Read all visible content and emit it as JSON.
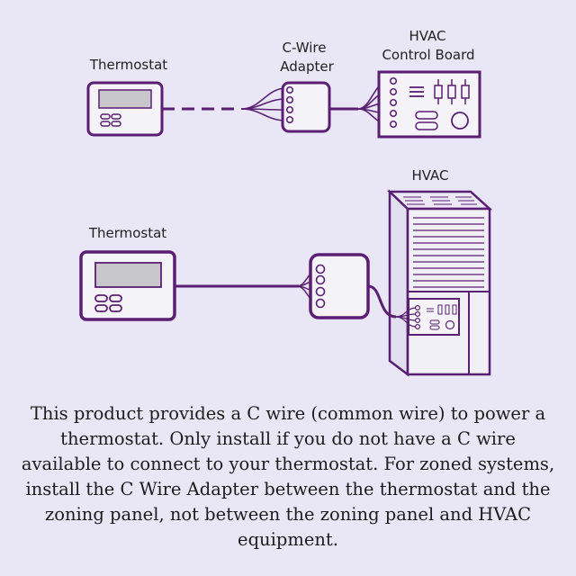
{
  "labels": {
    "top_thermostat": "Thermostat",
    "cwire_adapter_line1": "C-Wire",
    "cwire_adapter_line2": "Adapter",
    "hvac_board_line1": "HVAC",
    "hvac_board_line2": "Control Board",
    "bottom_hvac": "HVAC",
    "bottom_thermostat": "Thermostat"
  },
  "caption": "This product provides a C wire (common wire) to power a thermostat. Only install if you do not have a C wire available to connect to your thermostat. For zoned systems, install the C Wire Adapter between the thermostat and the zoning panel, not between the zoning panel and HVAC equipment.",
  "colors": {
    "background": "#e9e6f6",
    "outline": "#5a1f72",
    "screen": "#c8c8cc",
    "panel": "#f4f3f8",
    "cabinet": "#f0eff6"
  },
  "icons": [
    "thermostat-icon",
    "c-wire-adapter-icon",
    "hvac-control-board-icon",
    "hvac-unit-icon"
  ]
}
